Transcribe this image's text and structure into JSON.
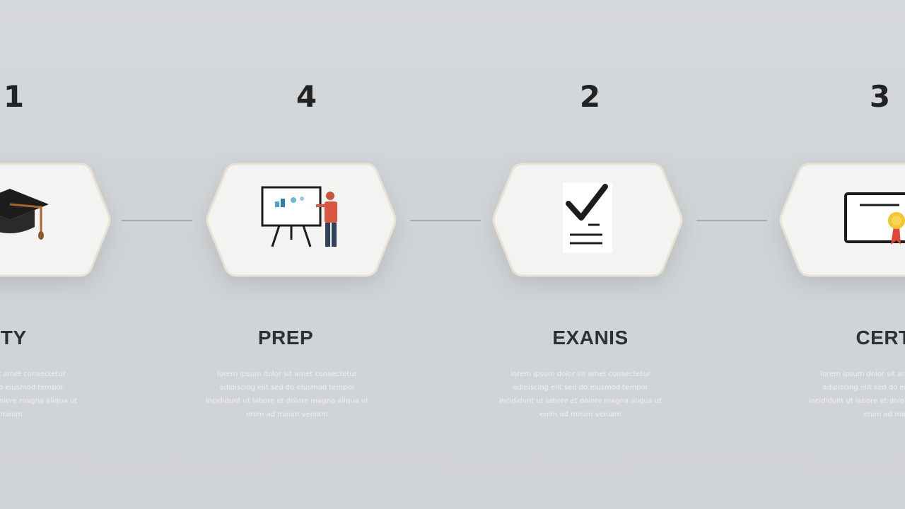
{
  "steps": [
    {
      "number": "1",
      "title": "VERSITY",
      "icon": "graduation-cap-icon",
      "body": "lorem ipsum dolor sit amet consectetur adipiscing elit sed do eiusmod tempor incididunt ut labore et dolore magna aliqua ut enim ad minim"
    },
    {
      "number": "4",
      "title": "PREP",
      "icon": "presentation-board-icon",
      "body": "lorem ipsum dolor sit amet consectetur adipiscing elit sed do eiusmod tempor incididunt ut labore et dolore magna aliqua ut enim ad minim veniam"
    },
    {
      "number": "2",
      "title": "EXANIS",
      "icon": "checklist-document-icon",
      "body": "lorem ipsum dolor sit amet consectetur adipiscing elit sed do eiusmod tempor incididunt ut labore et dolore magna aliqua ut enim ad minim veniam"
    },
    {
      "number": "3",
      "title": "CERTIFIC",
      "icon": "certificate-icon",
      "body": "lorem ipsum dolor sit amet consectetur adipiscing elit sed do eiusmod tempor incididunt ut labore et dolore magna aliqua ut enim ad minim"
    }
  ],
  "colors": {
    "background": "#d2d5d8",
    "hexagon": "#f3f3f2",
    "connector": "#a9adb1",
    "text": "#2d3034"
  }
}
